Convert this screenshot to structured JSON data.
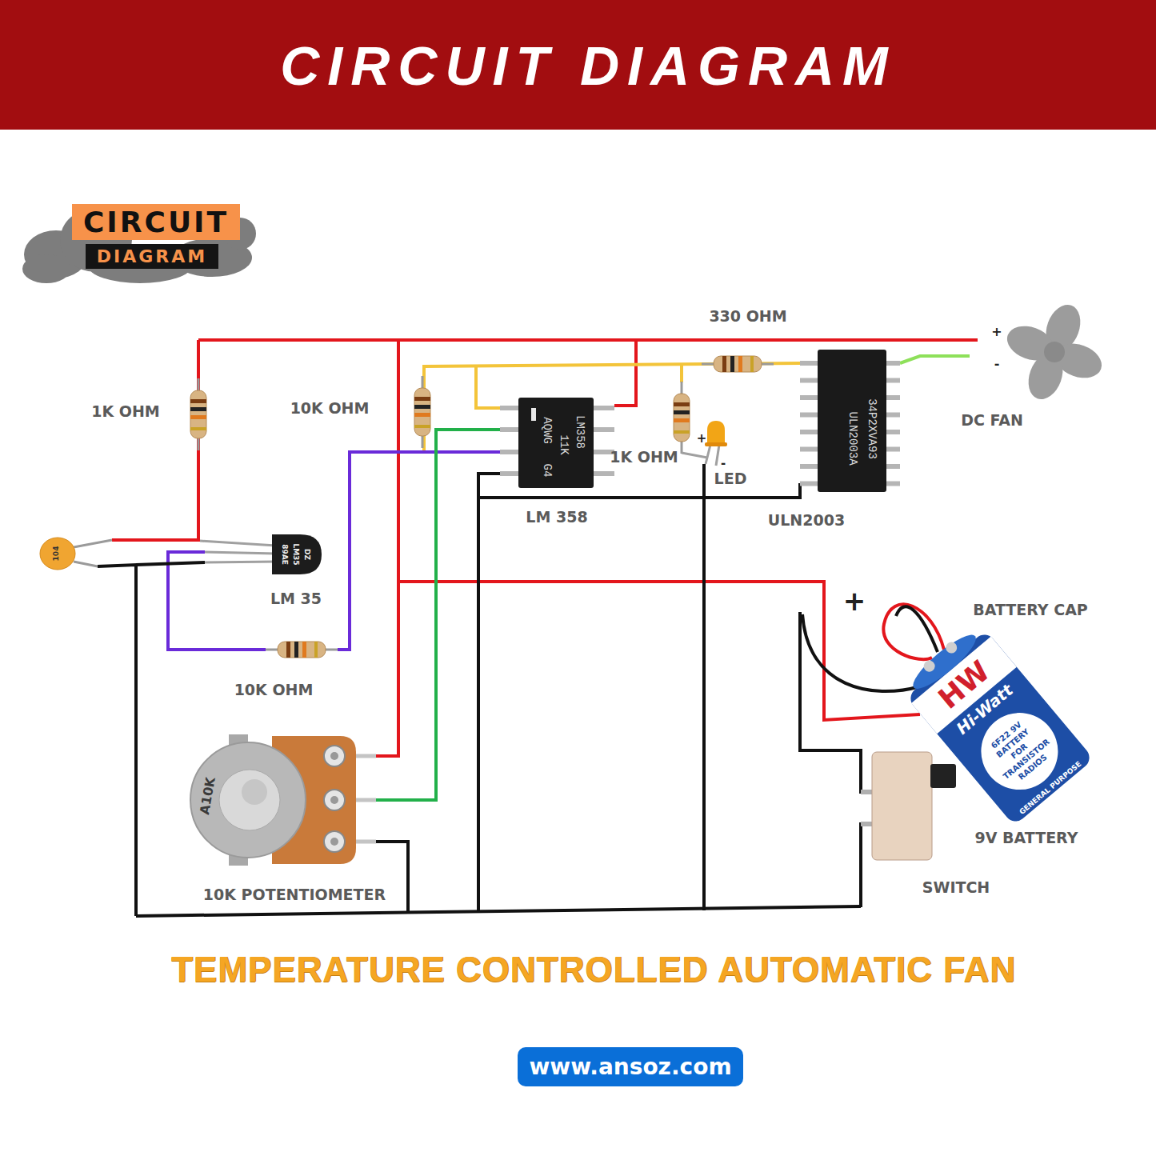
{
  "diagram": {
    "title": "CIRCUIT DIAGRAM",
    "caption": "TEMPERATURE CONTROLLED AUTOMATIC FAN",
    "nodes": [
      {
        "text": [
          "CIRCUIT"
        ]
      },
      {
        "text": [
          "DIAGRAM"
        ]
      },
      {
        "text": [
          "www.ansoz.com"
        ]
      }
    ],
    "labels": [
      "330 OHM",
      "1K OHM",
      "10K OHM",
      "LM358",
      "11K",
      "AQWG",
      "G4",
      "1K OHM",
      "+",
      "-",
      "LED",
      "LM 358",
      "ULN2003A",
      "34P2XVA93",
      "ULN2003",
      "+",
      "-",
      "DC FAN",
      "104",
      "89AE",
      "LM35",
      "DZ",
      "LM 35",
      "10K OHM",
      "+",
      "BATTERY CAP",
      "HW",
      "Hi-Watt",
      "6F22 9V",
      "BATTERY",
      "FOR",
      "TRANSISTOR",
      "RADIOS",
      "GENERAL PURPOSE",
      "A10K",
      "10K POTENTIOMETER",
      "9V BATTERY",
      "SWITCH"
    ]
  }
}
